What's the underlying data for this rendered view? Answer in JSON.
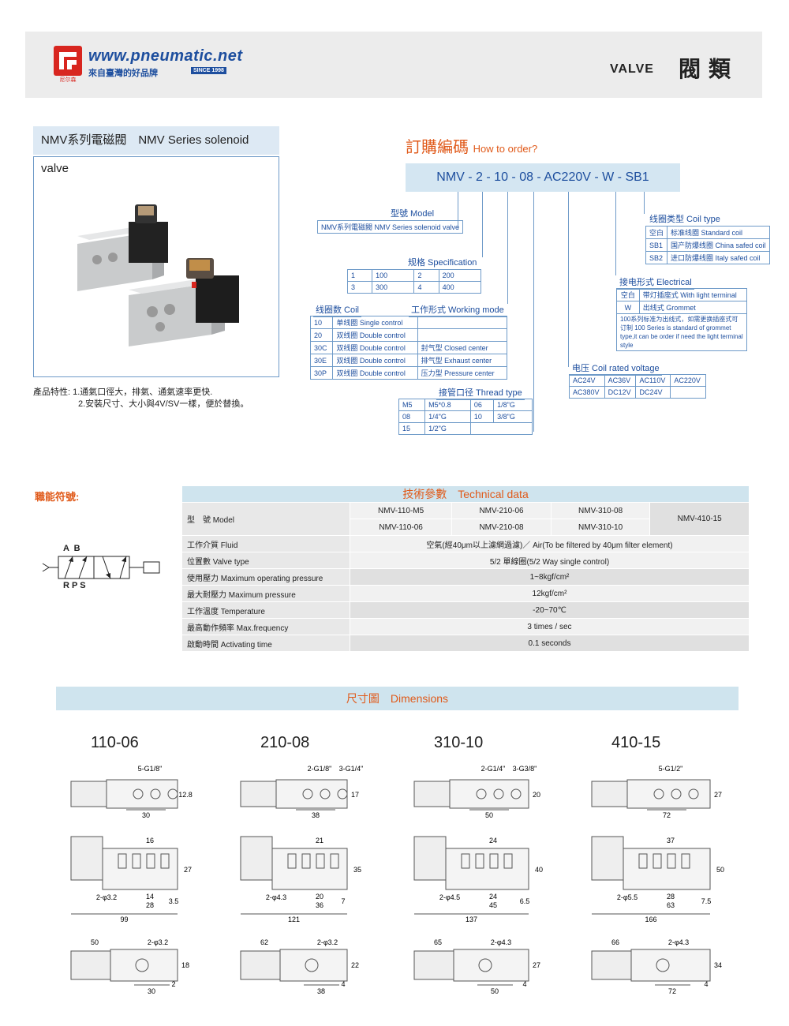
{
  "header": {
    "logo_text": "尼尔森",
    "site": "www.pneumatic.net",
    "tagline": "來自臺灣的好品牌",
    "since": "SINCE 1998",
    "section_en": "VALVE",
    "section_cn": "閥類"
  },
  "product": {
    "title": "NMV系列電磁閥　NMV Series solenoid valve",
    "features_label": "產品特性:",
    "features": [
      "1.通氣口徑大，排氣、通氣速率更快.",
      "2.安裝尺寸、大小與4V/SV一樣，便於替換。"
    ]
  },
  "order": {
    "title": "訂購編碼",
    "title_en": "How to order?",
    "code": "NMV - 2 - 10 - 08 - AC220V - W - SB1",
    "model": {
      "label": "型號 Model",
      "value": "NMV系列電磁閥 NMV Series solenoid valve"
    },
    "spec": {
      "label": "规格 Specification",
      "rows": [
        [
          "1",
          "100",
          "2",
          "200"
        ],
        [
          "3",
          "300",
          "4",
          "400"
        ]
      ]
    },
    "coil": {
      "label": "线圈数 Coil",
      "mode_label": "工作形式 Working mode",
      "rows": [
        [
          "10",
          "单线圈 Single control",
          ""
        ],
        [
          "20",
          "双线圈 Double control",
          ""
        ],
        [
          "30C",
          "双线圈 Double control",
          "封气型 Closed center"
        ],
        [
          "30E",
          "双线圈 Double control",
          "排气型 Exhaust center"
        ],
        [
          "30P",
          "双线圈 Double control",
          "压力型 Pressure center"
        ]
      ]
    },
    "thread": {
      "label": "接管口径 Thread type",
      "rows": [
        [
          "M5",
          "M5*0.8",
          "06",
          "1/8\"G"
        ],
        [
          "08",
          "1/4\"G",
          "10",
          "3/8\"G"
        ],
        [
          "15",
          "1/2\"G",
          "",
          ""
        ]
      ]
    },
    "coil_type": {
      "label": "线圈类型 Coil type",
      "rows": [
        [
          "空白",
          "标准线圈 Standard coil"
        ],
        [
          "SB1",
          "国产防爆线圈 China safed coil"
        ],
        [
          "SB2",
          "进口防爆线圈 Italy safed coil"
        ]
      ]
    },
    "electrical": {
      "label": "接电形式 Electrical",
      "rows": [
        [
          "空白",
          "带灯插座式 With light terminal"
        ],
        [
          "W",
          "出线式 Grommet"
        ]
      ],
      "note": "100系列标准为出线式，如需更换插座式可订制 100 Series is standard of grommet type,it can be order if need the light terminal style"
    },
    "voltage": {
      "label": "电压 Coil rated voltage",
      "rows": [
        [
          "AC24V",
          "AC36V",
          "AC110V",
          "AC220V"
        ],
        [
          "AC380V",
          "DC12V",
          "DC24V",
          ""
        ]
      ]
    }
  },
  "function": {
    "title": "職能符號:",
    "ports_top": "A  B",
    "ports_bottom": "R P S"
  },
  "tech": {
    "title": "技術參數　Technical data",
    "model_label": "型　號 Model",
    "models": [
      [
        "NMV-110-M5",
        "NMV-110-06"
      ],
      [
        "NMV-210-06",
        "NMV-210-08"
      ],
      [
        "NMV-310-08",
        "NMV-310-10"
      ],
      [
        "NMV-410-15"
      ]
    ],
    "rows": [
      {
        "label": "工作介質 Fluid",
        "value": "空氣(經40μm以上濾網過濾)／ Air(To be filtered by 40μm filter element)"
      },
      {
        "label": "位置數 Valve type",
        "value": "5/2 單線圈(5/2 Way single control)"
      },
      {
        "label": "使用壓力 Maximum operating pressure",
        "value": "1~8kgf/cm²"
      },
      {
        "label": "最大耐壓力 Maximum pressure",
        "value": "12kgf/cm²"
      },
      {
        "label": "工作溫度 Temperature",
        "value": "-20~70℃"
      },
      {
        "label": "最高動作頻率 Max.frequency",
        "value": "3 times / sec"
      },
      {
        "label": "啟動時間 Activating time",
        "value": "0.1 seconds"
      }
    ]
  },
  "dimensions": {
    "title": "尺寸圖　Dimensions",
    "models": [
      {
        "name": "110-06",
        "top": [
          "5-G1/8\"",
          "",
          "30",
          "12.8"
        ],
        "front": [
          "16",
          "2-φ3.2",
          "14",
          "28",
          "99",
          "27",
          "3.5"
        ],
        "bottom": [
          "50",
          "2-φ3.2",
          "30",
          "18",
          "2"
        ]
      },
      {
        "name": "210-08",
        "top": [
          "2-G1/8\"",
          "3-G1/4\"",
          "38",
          "17"
        ],
        "front": [
          "21",
          "2-φ4.3",
          "20",
          "36",
          "121",
          "35",
          "7"
        ],
        "bottom": [
          "62",
          "2-φ3.2",
          "38",
          "22",
          "4"
        ]
      },
      {
        "name": "310-10",
        "top": [
          "2-G1/4\"",
          "3-G3/8\"",
          "50",
          "20"
        ],
        "front": [
          "24",
          "2-φ4.5",
          "24",
          "45",
          "137",
          "40",
          "6.5"
        ],
        "bottom": [
          "65",
          "2-φ4.3",
          "50",
          "27",
          "4"
        ]
      },
      {
        "name": "410-15",
        "top": [
          "5-G1/2\"",
          "",
          "72",
          "27"
        ],
        "front": [
          "37",
          "2-φ5.5",
          "28",
          "63",
          "166",
          "50",
          "7.5"
        ],
        "bottom": [
          "66",
          "2-φ4.3",
          "72",
          "34",
          "4"
        ]
      }
    ]
  }
}
